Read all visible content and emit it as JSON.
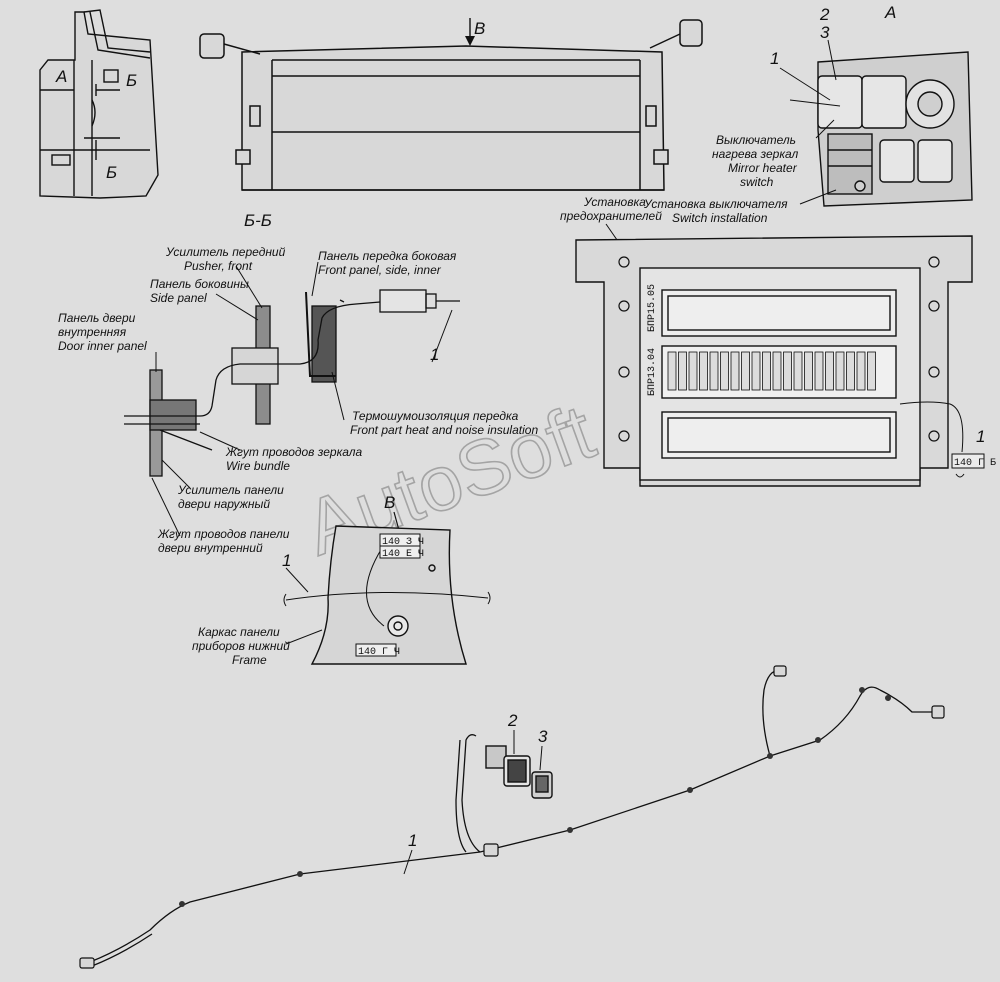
{
  "watermark": "AutoSoft",
  "view_a": {
    "title": "А",
    "callout_2": "2",
    "callout_3": "3",
    "callout_1": "1",
    "switch_ru_1": "Выключатель",
    "switch_ru_2": "нагрева зеркал",
    "switch_en_1": "Mirror heater",
    "switch_en_2": "switch",
    "install_ru": "Установка выключателя",
    "install_en": "Switch installation"
  },
  "door_view": {
    "label_a": "А",
    "label_b_top": "Б",
    "label_b_bottom": "Б"
  },
  "top_view": {
    "arrow_label": "В"
  },
  "section_bb": {
    "title": "Б-Б",
    "pusher_ru": "Усилитель передний",
    "pusher_en": "Pusher, front",
    "side_panel_ru": "Панель боковины",
    "side_panel_en": "Side panel",
    "front_panel_ru": "Панель передка боковая",
    "front_panel_en": "Front panel, side, inner",
    "door_inner_ru_1": "Панель двери",
    "door_inner_ru_2": "внутренняя",
    "door_inner_en": "Door inner panel",
    "insulation_ru": "Термошумоизоляция передка",
    "insulation_en": "Front part heat and noise insulation",
    "mirror_bundle_ru": "Жгут проводов зеркала",
    "mirror_bundle_en": "Wire bundle",
    "door_outer_ru_1": "Усилитель панели",
    "door_outer_ru_2": "двери наружный",
    "door_harness_ru_1": "Жгут проводов панели",
    "door_harness_ru_2": "двери внутренний",
    "callout_1": "1"
  },
  "fuse_box": {
    "title_1": "Установка",
    "title_2": "предохранителей",
    "block_top": "БПР15.05",
    "block_mid": "БПР13.04",
    "tag": "140 Г Б",
    "callout_1": "1"
  },
  "view_b": {
    "title": "В",
    "tag_1": "140 З Ч",
    "tag_2": "140 Е Ч",
    "tag_3": "140 Г Ч",
    "callout_1": "1",
    "frame_ru_1": "Каркас панели",
    "frame_ru_2": "приборов нижний",
    "frame_en": "Frame"
  },
  "harness": {
    "callout_1": "1",
    "callout_2": "2",
    "callout_3": "3"
  }
}
